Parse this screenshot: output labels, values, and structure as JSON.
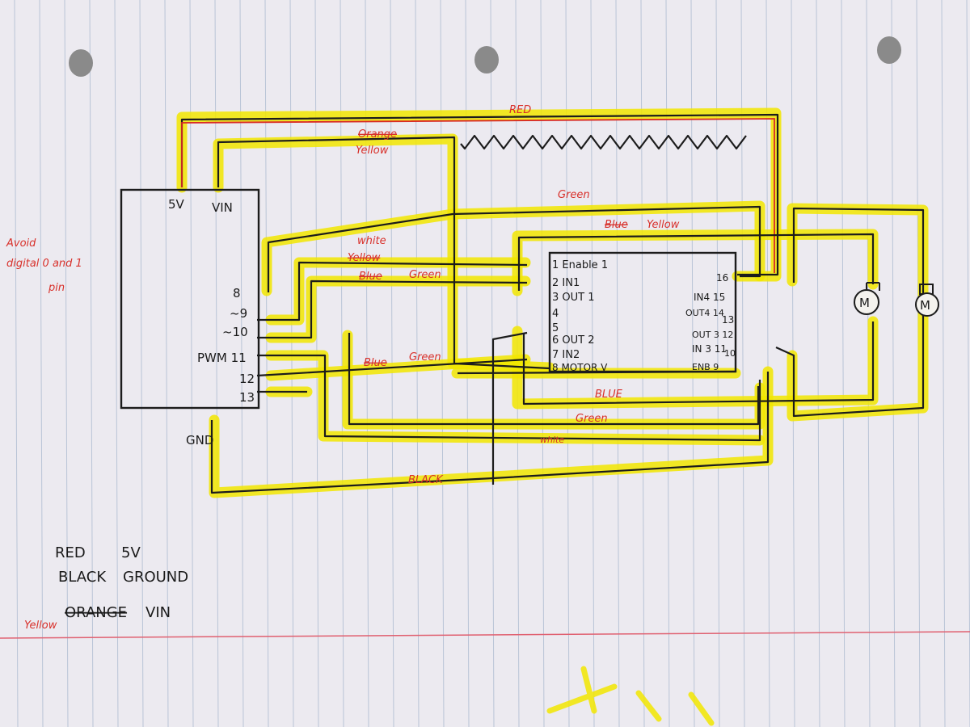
{
  "arduino": {
    "top_labels": [
      "5V",
      "VIN"
    ],
    "pins": [
      "8",
      "~9",
      "~10",
      "PWM 11",
      "12",
      "13"
    ],
    "gnd": "GND"
  },
  "note": [
    "Avoid",
    "digital 0 and 1",
    "pin"
  ],
  "chip": {
    "left_pins": [
      "1 Enable 1",
      "2 IN1",
      "3 OUT 1",
      "4",
      "5",
      "6 OUT 2",
      "7 IN2",
      "8 MOTOR V"
    ],
    "right_pins": [
      "16",
      "IN4 15",
      "OUT4 14",
      "13",
      "OUT 3 12",
      "IN 3 11",
      "10",
      "ENB 9"
    ]
  },
  "wire_labels": {
    "red": "RED",
    "orange_struck": "Orange",
    "yellow": "Yellow",
    "green_top": "Green",
    "blue_struck": "Blue",
    "yellow_right": "Yellow",
    "white": "white",
    "yellow_struck": "Yellow",
    "blue_struck2": "Blue",
    "green_mid": "Green",
    "blue_struck3": "Blue",
    "green_low": "Green",
    "blue_bottom": "BLUE",
    "green_bottom": "Green",
    "white_bottom": "white",
    "black": "BLACK"
  },
  "motor_labels": [
    "M",
    "M"
  ],
  "legend": [
    {
      "color_word": "RED",
      "meaning": "5V"
    },
    {
      "color_word": "BLACK",
      "meaning": "GROUND"
    },
    {
      "color_word": "ORANGE",
      "meaning": "VIN",
      "correction": "Yellow"
    }
  ],
  "colors": {
    "highlighter": "#f2e600",
    "red_pen": "#d8302a",
    "ink": "#1c1c1c",
    "paper": "#eceaf0"
  }
}
